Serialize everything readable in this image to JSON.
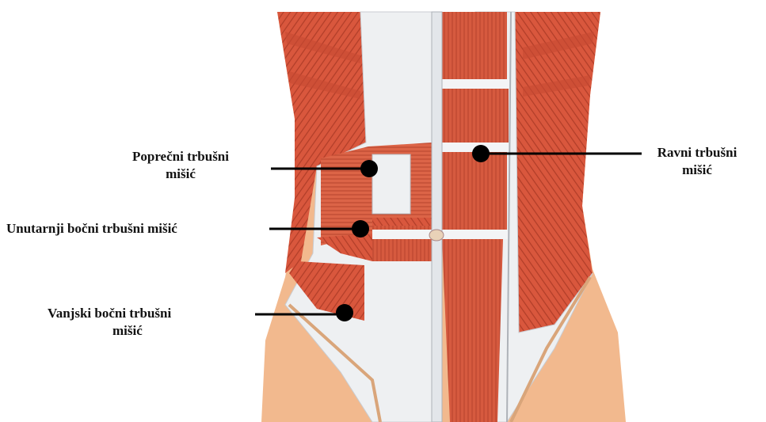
{
  "labels": {
    "transverse": {
      "line1": "Poprečni trbušni",
      "line2": "mišić"
    },
    "internal_oblique": {
      "line1": "Unutarnji bočni trbušni mišić"
    },
    "external_oblique": {
      "line1": "Vanjski bočni trbušni",
      "line2": "mišić"
    },
    "rectus": {
      "line1": "Ravni trbušni",
      "line2": "mišić"
    }
  },
  "colors": {
    "muscle": "#d9573d",
    "muscle_dark": "#b8402b",
    "muscle_light": "#e8876a",
    "skin": "#f2b98e",
    "fascia": "#eef0f2",
    "pointer": "#000000"
  }
}
